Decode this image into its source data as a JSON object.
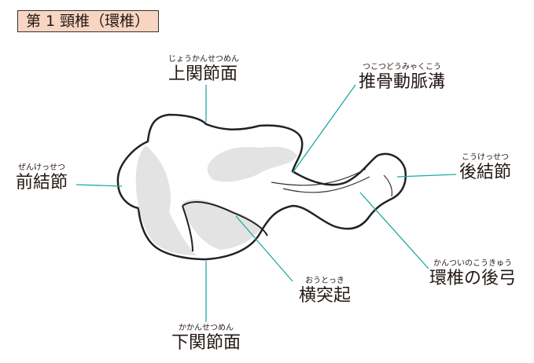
{
  "title": "第 1 頸椎（環椎）",
  "labels": {
    "superior_articular": {
      "ruby": "じょうかんせつめん",
      "text": "上関節面"
    },
    "vertebral_artery_groove": {
      "ruby": "つこつどうみゃくこう",
      "text": "推骨動脈溝"
    },
    "anterior_tubercle": {
      "ruby": "ぜんけっせつ",
      "text": "前結節"
    },
    "posterior_tubercle": {
      "ruby": "こうけっせつ",
      "text": "後結節"
    },
    "posterior_arch": {
      "ruby": "かんついのこうきゅう",
      "text": "環椎の後弓"
    },
    "transverse_process": {
      "ruby": "おうとっき",
      "text": "横突起"
    },
    "inferior_articular": {
      "ruby": "かかんせつめん",
      "text": "下関節面"
    }
  },
  "colors": {
    "leader": "#1fa9a0",
    "title_bg": "#f8d5c3",
    "shade": "#e3e3e3"
  }
}
